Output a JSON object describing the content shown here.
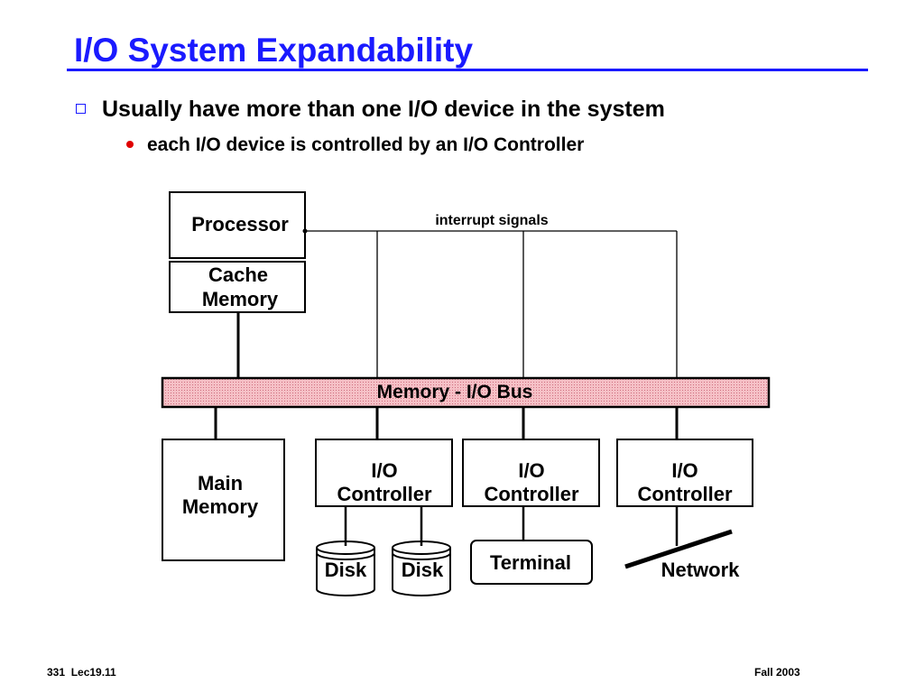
{
  "slide": {
    "title": "I/O System Expandability",
    "bullets": [
      "Usually have more than one I/O device in the system",
      "each I/O device is controlled by an I/O Controller"
    ]
  },
  "diagram": {
    "processor": "Processor",
    "cache_line1": "Cache",
    "cache_line2": "Memory",
    "interrupt_label": "interrupt signals",
    "bus_label": "Memory - I/O Bus",
    "main_memory_line1": "Main",
    "main_memory_line2": "Memory",
    "controllers": [
      {
        "line1": "I/O",
        "line2": "Controller"
      },
      {
        "line1": "I/O",
        "line2": "Controller"
      },
      {
        "line1": "I/O",
        "line2": "Controller"
      }
    ],
    "disk1": "Disk",
    "disk2": "Disk",
    "terminal": "Terminal",
    "network": "Network",
    "colors": {
      "title": "#1a1aff",
      "bus_fill": "#f5c0c6",
      "bus_pattern": "#d07080",
      "bullet_dot": "#e00000"
    }
  },
  "footer": {
    "left": "331  Lec19.11",
    "right": "Fall 2003"
  }
}
